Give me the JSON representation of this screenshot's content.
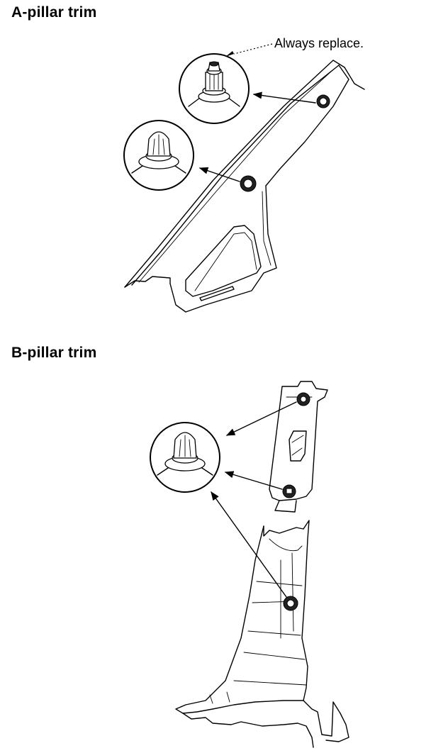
{
  "sections": {
    "a_pillar": {
      "title": "A-pillar trim",
      "callout": "Always replace."
    },
    "b_pillar": {
      "title": "B-pillar trim"
    }
  }
}
